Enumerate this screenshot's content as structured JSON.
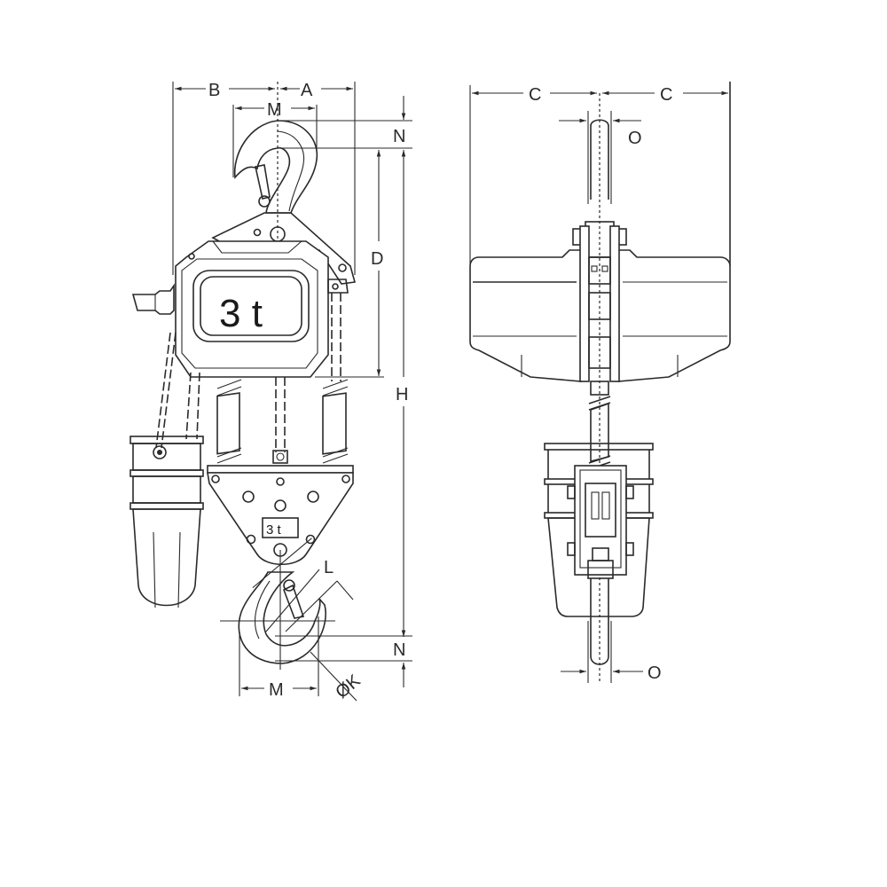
{
  "diagram": {
    "subject": "Chain hoist dimension drawing",
    "colors": {
      "line": "#2a2a2a",
      "background": "#ffffff"
    },
    "front_view": {
      "capacity_label_body": "3 t",
      "capacity_label_block": "3 t",
      "dimensions": {
        "B": "B",
        "A": "A",
        "M_top": "M",
        "N_top": "N",
        "D": "D",
        "H": "H",
        "L": "L",
        "K": "ØK",
        "N_bottom": "N",
        "M_bottom": "M"
      }
    },
    "side_view": {
      "dimensions": {
        "C_left": "C",
        "C_right": "C",
        "O_top": "O",
        "O_bottom": "O"
      }
    }
  }
}
